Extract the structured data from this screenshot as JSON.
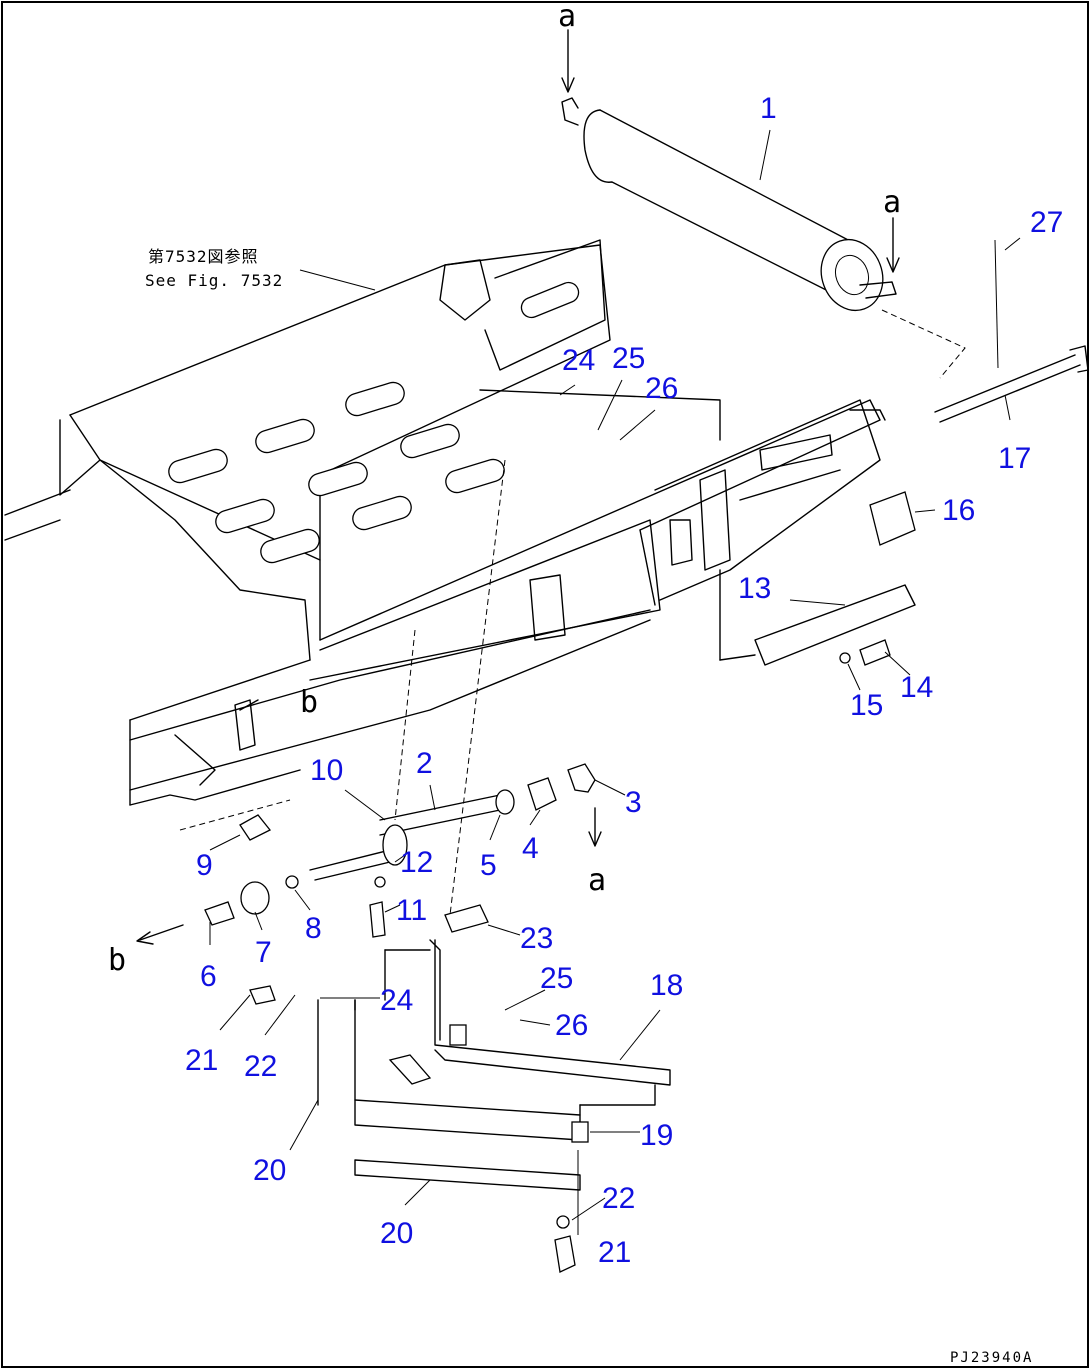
{
  "reference": {
    "line1": "第7532図参照",
    "line2": "See Fig. 7532"
  },
  "drawing_code": "PJ23940A",
  "connection_marks": {
    "a": "a",
    "b": "b"
  },
  "callouts": [
    "1",
    "2",
    "3",
    "4",
    "5",
    "6",
    "7",
    "8",
    "9",
    "10",
    "11",
    "12",
    "13",
    "14",
    "15",
    "16",
    "17",
    "18",
    "19",
    "20",
    "21",
    "22",
    "23",
    "24",
    "25",
    "26",
    "27"
  ],
  "colors": {
    "callout": "#1010e0",
    "line": "#000000"
  }
}
